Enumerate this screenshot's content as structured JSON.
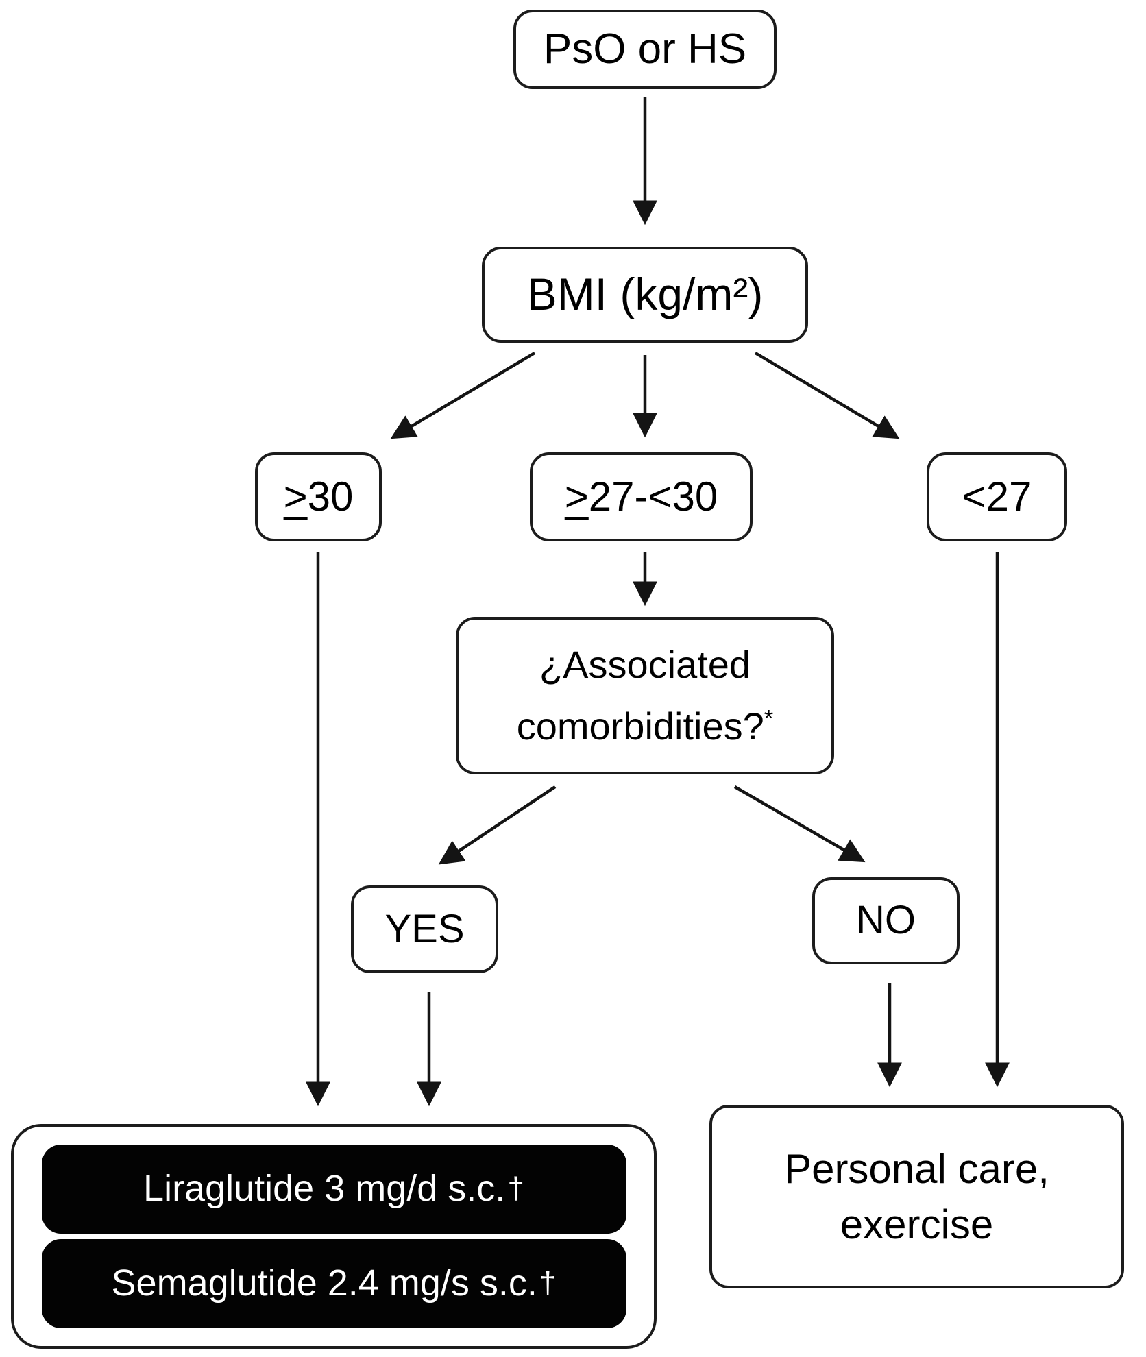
{
  "nodes": {
    "pso": {
      "label": "PsO or HS"
    },
    "bmi": {
      "label": "BMI (kg/m²)"
    },
    "bmi_ge30": {
      "gte_symbol": ">",
      "value": "30"
    },
    "bmi_27_30": {
      "gte_symbol": ">",
      "value": "27-<30"
    },
    "bmi_lt27": {
      "value": "<27"
    },
    "comorbidities": {
      "line1": "¿Associated",
      "line2": "comorbidities?",
      "footnote_mark": "*"
    },
    "yes": {
      "label": "YES"
    },
    "no": {
      "label": "NO"
    },
    "treatment": {
      "drug1": "Liraglutide 3 mg/d s.c.",
      "drug1_mark": "†",
      "drug2": "Semaglutide 2.4 mg/s s.c.",
      "drug2_mark": "†"
    },
    "personal_care": {
      "line1": "Personal care,",
      "line2": "exercise"
    }
  },
  "colors": {
    "background": "#ffffff",
    "box_border": "#1c1c1c",
    "arrow": "#141414",
    "treatment_bg": "#030303",
    "treatment_text": "#ffffff",
    "text": "#000000"
  }
}
